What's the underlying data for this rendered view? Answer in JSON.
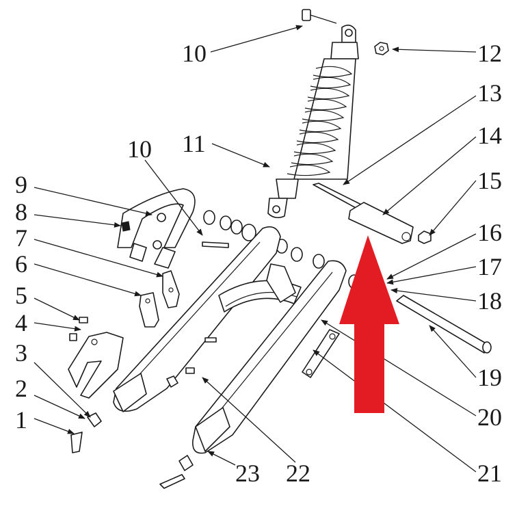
{
  "diagram": {
    "callouts": [
      {
        "id": "c1",
        "label": "1"
      },
      {
        "id": "c2",
        "label": "2"
      },
      {
        "id": "c3",
        "label": "3"
      },
      {
        "id": "c4",
        "label": "4"
      },
      {
        "id": "c5",
        "label": "5"
      },
      {
        "id": "c6",
        "label": "6"
      },
      {
        "id": "c7",
        "label": "7"
      },
      {
        "id": "c8",
        "label": "8"
      },
      {
        "id": "c9",
        "label": "9"
      },
      {
        "id": "c10a",
        "label": "10"
      },
      {
        "id": "c10b",
        "label": "10"
      },
      {
        "id": "c11",
        "label": "11"
      },
      {
        "id": "c12",
        "label": "12"
      },
      {
        "id": "c13",
        "label": "13"
      },
      {
        "id": "c14",
        "label": "14"
      },
      {
        "id": "c15",
        "label": "15"
      },
      {
        "id": "c16",
        "label": "16"
      },
      {
        "id": "c17",
        "label": "17"
      },
      {
        "id": "c18",
        "label": "18"
      },
      {
        "id": "c19",
        "label": "19"
      },
      {
        "id": "c20",
        "label": "20"
      },
      {
        "id": "c21",
        "label": "21"
      },
      {
        "id": "c22",
        "label": "22"
      },
      {
        "id": "c23",
        "label": "23"
      }
    ],
    "highlight_arrow_color": "#e31b23",
    "line_color": "#1a1a1a"
  }
}
